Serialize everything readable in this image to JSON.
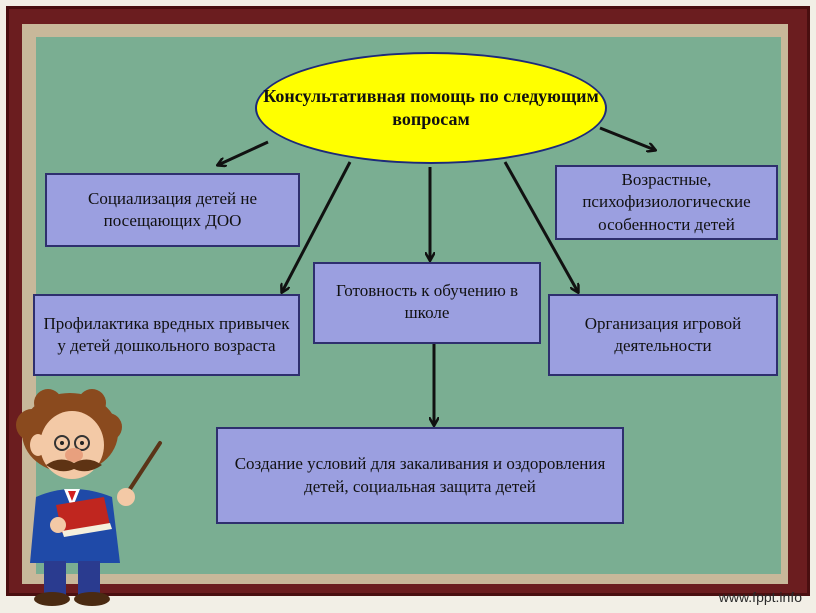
{
  "diagram": {
    "center": "Консультативная помощь по следующим вопросам",
    "boxes": {
      "socialization": "Социализация детей не посещающих ДОО",
      "age_features": "Возрастные, психофизиологические особенности детей",
      "prevention": "Профилактика вредных привычек у детей дошкольного возраста",
      "school_readiness": "Готовность к обучению в школе",
      "play_activity": "Организация игровой деятельности",
      "hardening": "Создание условий для закаливания и оздоровления детей, социальная защита детей"
    }
  },
  "footer": {
    "watermark": "www.fppt.info"
  },
  "colors": {
    "frame": "#6b1d1f",
    "board": "#7aae92",
    "box_fill": "#9b9fe0",
    "ellipse_fill": "#ffff00"
  },
  "icons": [
    "professor-icon"
  ]
}
